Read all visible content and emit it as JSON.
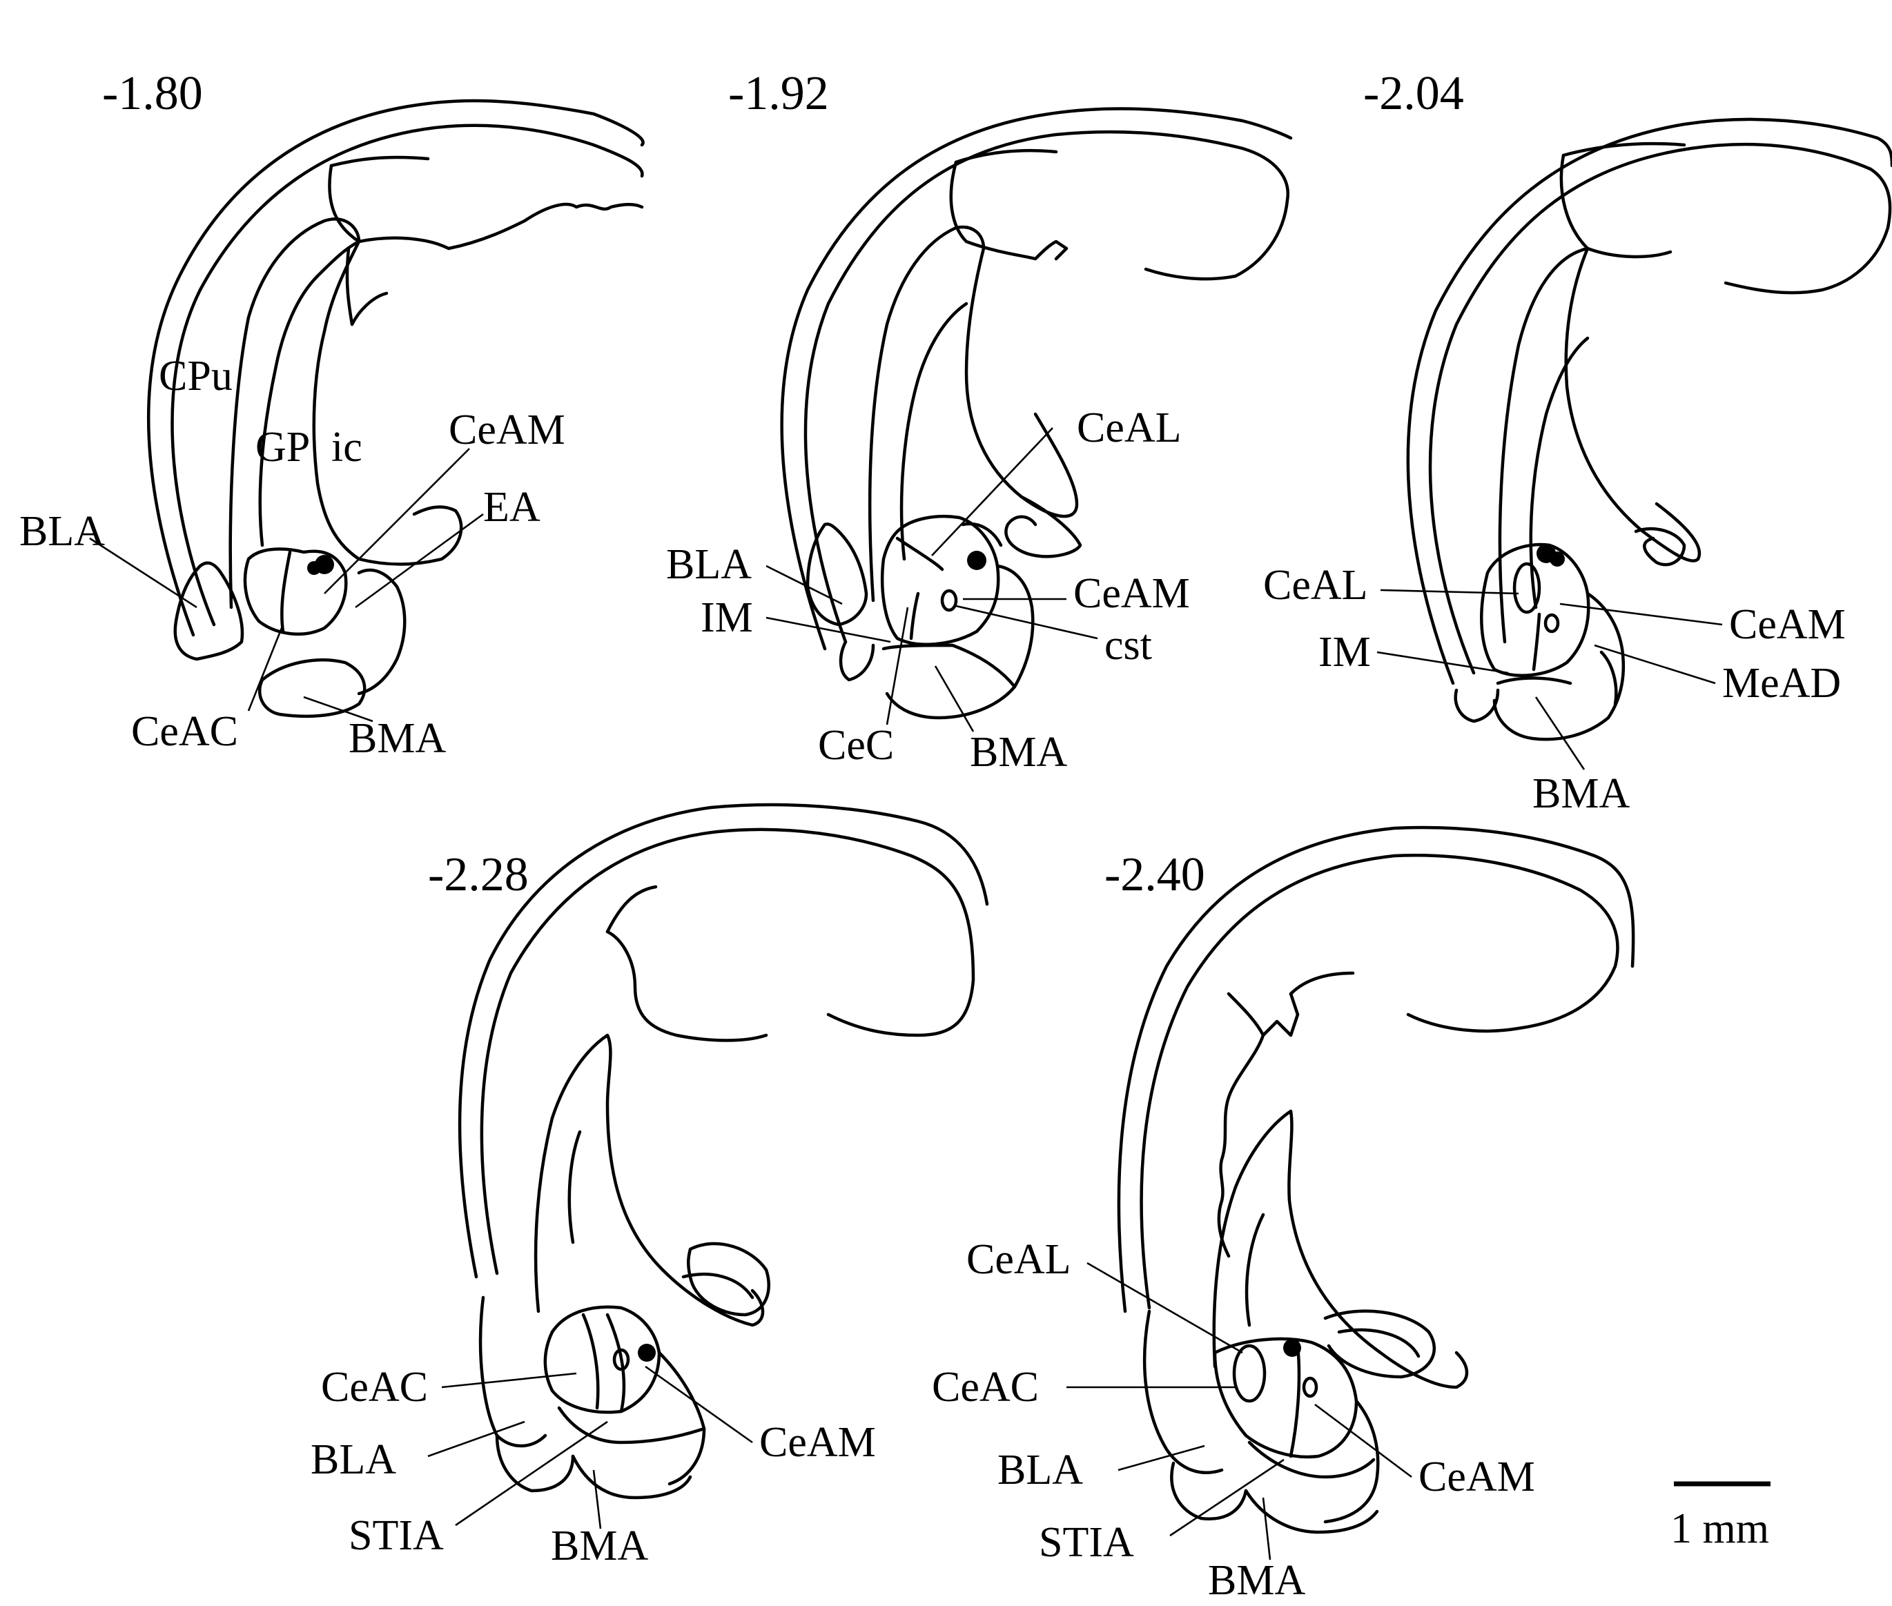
{
  "sections": [
    {
      "coordinate": "-1.80",
      "labels": {
        "cpu": "CPu",
        "gp": "GP",
        "ic": "ic",
        "ceam": "CeAM",
        "ea": "EA",
        "bla": "BLA",
        "ceac": "CeAC",
        "bma": "BMA"
      }
    },
    {
      "coordinate": "-1.92",
      "labels": {
        "ceal": "CeAL",
        "bla": "BLA",
        "ceam": "CeAM",
        "im": "IM",
        "cst": "cst",
        "cec": "CeC",
        "bma": "BMA"
      }
    },
    {
      "coordinate": "-2.04",
      "labels": {
        "ceal": "CeAL",
        "ceam": "CeAM",
        "im": "IM",
        "mead": "MeAD",
        "bma": "BMA"
      }
    },
    {
      "coordinate": "-2.28",
      "labels": {
        "ceac": "CeAC",
        "ceam": "CeAM",
        "bla": "BLA",
        "stia": "STIA",
        "bma": "BMA"
      }
    },
    {
      "coordinate": "-2.40",
      "labels": {
        "ceal": "CeAL",
        "ceac": "CeAC",
        "bla": "BLA",
        "ceam": "CeAM",
        "stia": "STIA",
        "bma": "BMA"
      }
    }
  ],
  "scale_bar": {
    "label": "1 mm"
  }
}
